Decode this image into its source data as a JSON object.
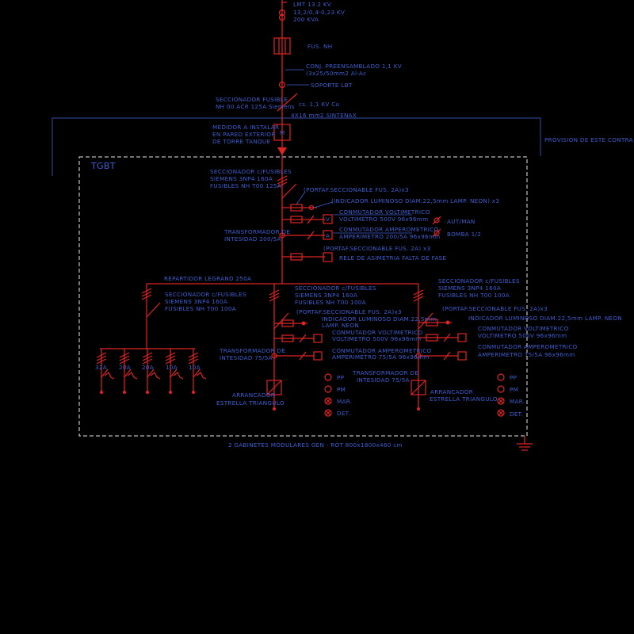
{
  "diagram": {
    "supply": {
      "line": "LMT  13.2 KV",
      "transformer_ratio": "13,2/0,4-0,23 KV",
      "transformer_power": "200 KVA",
      "fuse": "FUS. NH",
      "cable": "CONJ. PREENSAMBLADO 1,1 KV",
      "cable_spec": "(3x25/50mm2 Al-Ac",
      "support": "SOPORTE LBT",
      "disconnector_1": "SECCIONADOR FUSIBLE",
      "disconnector_2": "NH 00 ACR 125A Siemens",
      "cable2": "cs. 1,1 KV Cu",
      "cable3": "4X16 mm2 SINTENAX",
      "meter_1": "MEDIDOR A INSTALAR",
      "meter_2": "EN PARED EXTERIOR",
      "meter_3": "DE TORRE TANQUE",
      "meter_symbol": "M"
    },
    "provision_note": "PROVISION DE ESTE CONTRA",
    "board_title": "TGBT",
    "main": {
      "sec_1": "SECCIONADOR c/FUSIBLES",
      "sec_2": "SIEMENS 3NP4 160A",
      "sec_3": "FUSIBLES NH T00 125A",
      "portaf": "(PORTAF.SECCIONABLE FUS. 2A)x3",
      "indicator": "(INDICADOR LUMINOSO DIAM.22,5mm LAMP. NEON) x3",
      "volt_sw": "CONMUTADOR VOLTIMETRICO",
      "voltmeter": "VOLTIMETRO 500V 96x96mm",
      "amp_sw": "CONMUTADOR AMPEROMETRICO",
      "ammeter": "AMPERIMETRO 200/5A 96x96mm",
      "ct_1": "TRANSFORMADOR DE",
      "ct_2": "INTESIDAD 200/5A",
      "aut_man": "AUT/MAN",
      "bomba": "BOMBA 1/2",
      "portaf2": "(PORTAF.SECCIONABLE FUS. 2A) x3",
      "relay": "RELE DE ASIMETRIA FALTA DE FASE",
      "v": "V",
      "a": "A"
    },
    "busbar": "REPARTIDOR LEGRAND 250A",
    "left": {
      "sec_1": "SECCIONADOR c/FUSIBLES",
      "sec_2": "SIEMENS 3NP4 160A",
      "sec_3": "FUSIBLES NH T00 100A",
      "breakers": [
        "32A",
        "20A",
        "20A",
        "10A",
        "10A"
      ]
    },
    "middle": {
      "sec_1": "SECCIONADOR c/FUSIBLES",
      "sec_2": "SIEMENS 3NP4 160A",
      "sec_3": "FUSIBLES NH T00 100A",
      "portaf": "(PORTAF.SECCIONABLE FUS. 2A)x3",
      "ind_1": "INDICADOR LUMINOSO DIAM.22,5mm",
      "ind_2": "LAMP. NEON",
      "volt_sw": "CONMUTADOR VOLTIMETRICO",
      "voltmeter": "VOLTIMETRO 500V 96x96mm",
      "amp_sw": "CONMUTADOR AMPEROMETRICO",
      "ammeter": "AMPERIMETRO 75/5A 96x96mm",
      "ct_1": "TRANSFORMADOR DE",
      "ct_2": "INTESIDAD 75/5A",
      "starter_1": "ARRANCADOR",
      "starter_2": "ESTRELLA TRIANGULO",
      "lamps": [
        "PP",
        "PM",
        "MAR.",
        "DET."
      ]
    },
    "right": {
      "sec_1": "SECCIONADOR c/FUSIBLES",
      "sec_2": "SIEMENS 3NP4 160A",
      "sec_3": "FUSIBLES NH T00 100A",
      "portaf": "(PORTAF.SECCIONABLE FUS. 2A)x3",
      "ind": "INDICADOR LUMINOSO DIAM.22,5mm   LAMP. NEON",
      "volt_sw": "CONMUTADOR VOLTIMETRICO",
      "voltmeter": "VOLTIMETRO 500V 96x96mm",
      "amp_sw": "CONMUTADOR AMPEROMETRICO",
      "ammeter": "AMPERIMETRO 75/5A 96x96mm",
      "ct_1": "TRANSFORMADOR DE",
      "ct_2": "INTESIDAD 75/5A",
      "starter_1": "ARRANCADOR",
      "starter_2": "ESTRELLA TRIANGULO",
      "lamps": [
        "PP",
        "PM",
        "MAR.",
        "DET."
      ]
    },
    "footer": "2 GABINETES MODULARES GEN - ROT 800x1800x460 cm",
    "colors": {
      "background": "#000000",
      "lines": "#e02424",
      "text": "#3f5fd0",
      "board_outline": "#e8e8e8"
    }
  }
}
